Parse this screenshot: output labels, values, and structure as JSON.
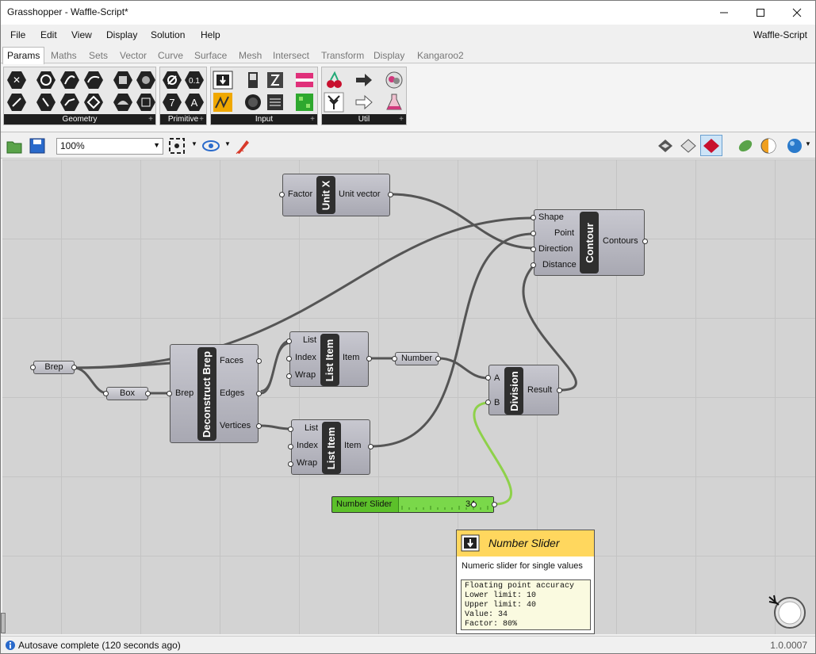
{
  "window": {
    "title": "Grasshopper - Waffle-Script*",
    "doc_name": "Waffle-Script"
  },
  "menu": [
    "File",
    "Edit",
    "View",
    "Display",
    "Solution",
    "Help"
  ],
  "tabs": [
    "Params",
    "Maths",
    "Sets",
    "Vector",
    "Curve",
    "Surface",
    "Mesh",
    "Intersect",
    "Transform",
    "Display",
    "Kangaroo2"
  ],
  "ribbon": {
    "groups": [
      "Geometry",
      "Primitive",
      "Input",
      "Util"
    ]
  },
  "toolbar": {
    "zoom": "100%"
  },
  "canvas": {
    "unit_x": {
      "nick": "Unit X",
      "input": "Factor",
      "output": "Unit vector"
    },
    "contour": {
      "nick": "Contour",
      "inputs": [
        "Shape",
        "Point",
        "Direction",
        "Distance"
      ],
      "output": "Contours"
    },
    "brep": {
      "label": "Brep"
    },
    "box": {
      "label": "Box"
    },
    "deconstruct": {
      "nick": "Deconstruct Brep",
      "input": "Brep",
      "outputs": [
        "Faces",
        "Edges",
        "Vertices"
      ]
    },
    "list_item_1": {
      "nick": "List Item",
      "inputs": [
        "List",
        "Index",
        "Wrap"
      ],
      "output": "Item"
    },
    "list_item_2": {
      "nick": "List Item",
      "inputs": [
        "List",
        "Index",
        "Wrap"
      ],
      "output": "Item"
    },
    "number": {
      "label": "Number"
    },
    "division": {
      "nick": "Division",
      "inputs": [
        "A",
        "B"
      ],
      "output": "Result"
    },
    "slider": {
      "name": "Number Slider",
      "value": "34",
      "fraction": 0.8
    }
  },
  "tooltip": {
    "title": "Number Slider",
    "desc": "Numeric slider for single values",
    "details": [
      "Floating point accuracy",
      "Lower limit: 10",
      "Upper limit: 40",
      "Value: 34",
      "Factor: 80%"
    ]
  },
  "status": {
    "text": "Autosave complete (120 seconds ago)",
    "version": "1.0.0007"
  },
  "colors": {
    "slider": "#5cc02a",
    "wire_selected": "#8ed14a",
    "tooltip_header": "#ffd75e"
  }
}
